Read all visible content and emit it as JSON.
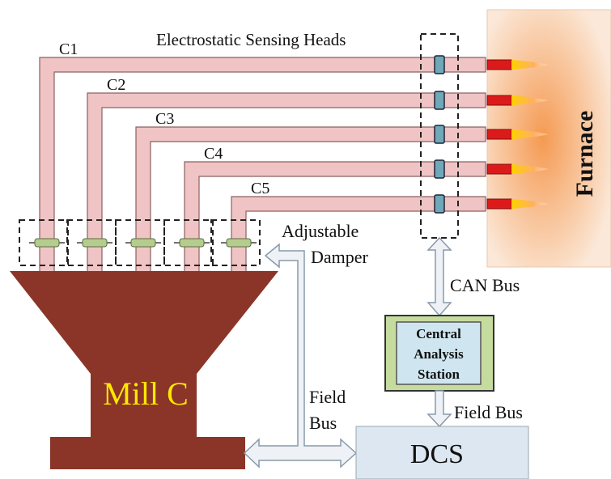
{
  "diagram": {
    "sensing_heads_label": "Electrostatic Sensing Heads",
    "pipes": [
      "C1",
      "C2",
      "C3",
      "C4",
      "C5"
    ],
    "damper_label_line1": "Adjustable",
    "damper_label_line2": "Damper",
    "furnace_label": "Furnace",
    "can_bus_label": "CAN Bus",
    "station_line1": "Central",
    "station_line2": "Analysis",
    "station_line3": "Station",
    "field_bus_right_label": "Field Bus",
    "field_bus_left_line1": "Field",
    "field_bus_left_line2": "Bus",
    "mill_label": "Mill C",
    "dcs_label": "DCS"
  },
  "colors": {
    "pipe": "#f0c4c4",
    "pipe_edge": "#8c6060",
    "mill": "#8b3528",
    "mill_text": "#ffe800",
    "furnace_core": "#f59a52",
    "furnace_edge": "#fbe8d8",
    "furnace_text": "#c0151a",
    "burner": "#dd1a1a",
    "sensor": "#6fa8b8",
    "damper": "#b5cc8f",
    "station_outer": "#c6dc9e",
    "station_inner": "#cfe6f0",
    "dcs": "#dde7f2",
    "bus_arrow": "#eef2f7"
  }
}
